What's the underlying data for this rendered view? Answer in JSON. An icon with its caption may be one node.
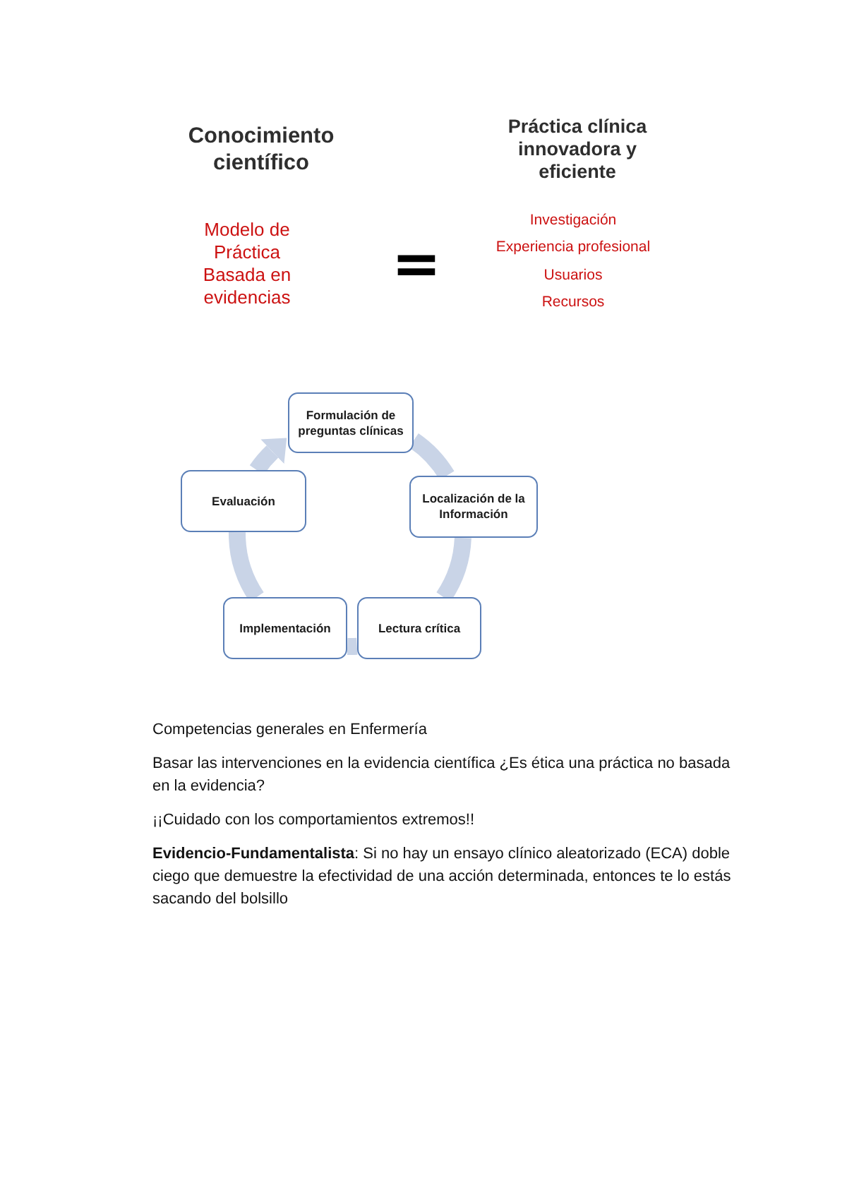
{
  "diagram": {
    "nodes": [
      {
        "text": [
          "Formulación de preguntas clínicas"
        ]
      },
      {
        "text": [
          "Localización de la Información"
        ]
      },
      {
        "text": [
          "Lectura crítica"
        ]
      },
      {
        "text": [
          "Implementación"
        ]
      },
      {
        "text": [
          "Evaluación"
        ]
      }
    ],
    "edges": [
      {
        "from": 0,
        "to": 1,
        "arrow": "none"
      },
      {
        "from": 1,
        "to": 2,
        "arrow": "none"
      },
      {
        "from": 2,
        "to": 3,
        "arrow": "none"
      },
      {
        "from": 3,
        "to": 4,
        "arrow": "none"
      },
      {
        "from": 4,
        "to": 0,
        "arrow": "to"
      }
    ],
    "labels": [
      "Conocimiento científico",
      "Práctica clínica innovadora y eficiente",
      "Modelo de Práctica Basada en evidencias",
      "=",
      "Investigación",
      "Experiencia profesional",
      "Usuarios",
      "Recursos",
      "Competencias generales en Enfermería",
      "Basar las intervenciones en la evidencia científica ¿Es ética una práctica no basada en la evidencia?",
      "¡¡Cuidado con los comportamientos extremos!!",
      "**Evidencio-Fundamentalista**: Si no hay un ensayo clínico aleatorizado (ECA) doble ciego que demuestre la efectividad de una acción determinada, entonces te lo estás sacando del bolsillo"
    ]
  }
}
